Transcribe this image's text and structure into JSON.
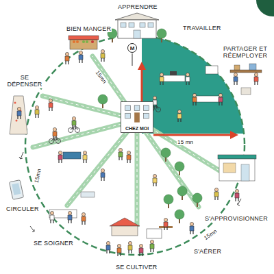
{
  "diagram": {
    "nodes": [
      {
        "text": [
          "M"
        ]
      },
      {
        "text": [
          "CHEZ MOI"
        ]
      }
    ],
    "labels": [
      "APPRENDRE",
      "BIEN MANGER",
      "TRAVAILLER",
      "PARTAGER ET RÉEMPLOYER",
      "15mn",
      "SE DÉPENSER",
      "15 mn",
      "15mn",
      "CIRCULER",
      "S'APPROVISIONNER",
      "15mn",
      "SE SOIGNER",
      "S'AÉRER",
      "SE CULTIVER"
    ]
  }
}
